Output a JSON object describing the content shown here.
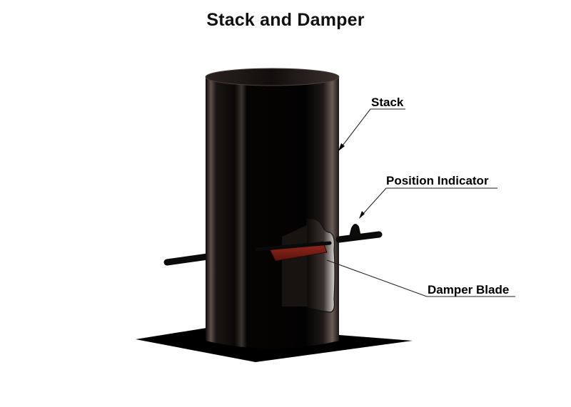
{
  "diagram": {
    "title": "Stack and Damper",
    "callouts": {
      "stack": "Stack",
      "position_indicator": "Position Indicator",
      "damper_blade": "Damper Blade"
    }
  },
  "colors": {
    "stack_body": "#050403",
    "stack_highlight": "#6a5a52",
    "base_plate": "#000000",
    "damper_blade": "#7a1d14",
    "leader_line": "#222222"
  }
}
